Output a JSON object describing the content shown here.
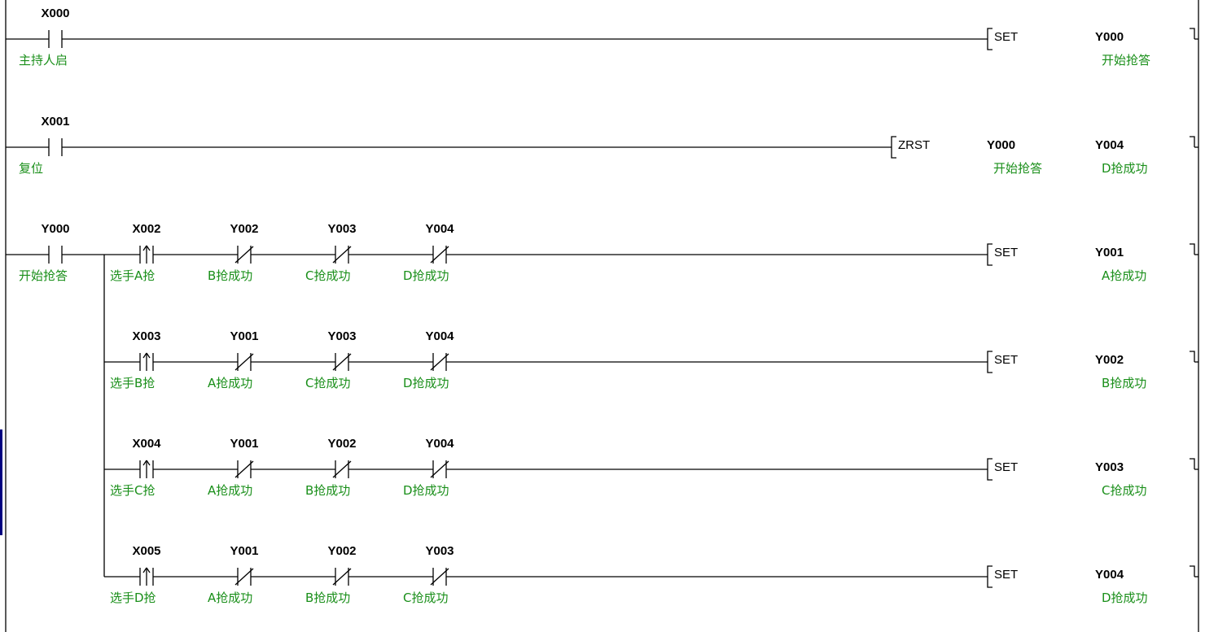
{
  "diagram": {
    "type": "ladder",
    "rungs": [
      {
        "contacts": [
          {
            "address": "X000",
            "comment": "主持人启",
            "type": "no"
          }
        ],
        "instruction": {
          "name": "SET",
          "operands": [
            {
              "address": "Y000",
              "comment": "开始抢答"
            }
          ]
        }
      },
      {
        "contacts": [
          {
            "address": "X001",
            "comment": "复位",
            "type": "no"
          }
        ],
        "instruction": {
          "name": "ZRST",
          "operands": [
            {
              "address": "Y000",
              "comment": "开始抢答"
            },
            {
              "address": "Y004",
              "comment": "D抢成功"
            }
          ]
        }
      },
      {
        "contacts": [
          {
            "address": "Y000",
            "comment": "开始抢答",
            "type": "no"
          }
        ],
        "branches": [
          {
            "contacts": [
              {
                "address": "X002",
                "comment": "选手A抢",
                "type": "pulse"
              },
              {
                "address": "Y002",
                "comment": "B抢成功",
                "type": "nc"
              },
              {
                "address": "Y003",
                "comment": "C抢成功",
                "type": "nc"
              },
              {
                "address": "Y004",
                "comment": "D抢成功",
                "type": "nc"
              }
            ],
            "instruction": {
              "name": "SET",
              "operands": [
                {
                  "address": "Y001",
                  "comment": "A抢成功"
                }
              ]
            }
          },
          {
            "contacts": [
              {
                "address": "X003",
                "comment": "选手B抢",
                "type": "pulse"
              },
              {
                "address": "Y001",
                "comment": "A抢成功",
                "type": "nc"
              },
              {
                "address": "Y003",
                "comment": "C抢成功",
                "type": "nc"
              },
              {
                "address": "Y004",
                "comment": "D抢成功",
                "type": "nc"
              }
            ],
            "instruction": {
              "name": "SET",
              "operands": [
                {
                  "address": "Y002",
                  "comment": "B抢成功"
                }
              ]
            }
          },
          {
            "contacts": [
              {
                "address": "X004",
                "comment": "选手C抢",
                "type": "pulse"
              },
              {
                "address": "Y001",
                "comment": "A抢成功",
                "type": "nc"
              },
              {
                "address": "Y002",
                "comment": "B抢成功",
                "type": "nc"
              },
              {
                "address": "Y004",
                "comment": "D抢成功",
                "type": "nc"
              }
            ],
            "instruction": {
              "name": "SET",
              "operands": [
                {
                  "address": "Y003",
                  "comment": "C抢成功"
                }
              ]
            }
          },
          {
            "contacts": [
              {
                "address": "X005",
                "comment": "选手D抢",
                "type": "pulse"
              },
              {
                "address": "Y001",
                "comment": "A抢成功",
                "type": "nc"
              },
              {
                "address": "Y002",
                "comment": "B抢成功",
                "type": "nc"
              },
              {
                "address": "Y003",
                "comment": "C抢成功",
                "type": "nc"
              }
            ],
            "instruction": {
              "name": "SET",
              "operands": [
                {
                  "address": "Y004",
                  "comment": "D抢成功"
                }
              ]
            }
          }
        ]
      }
    ]
  }
}
